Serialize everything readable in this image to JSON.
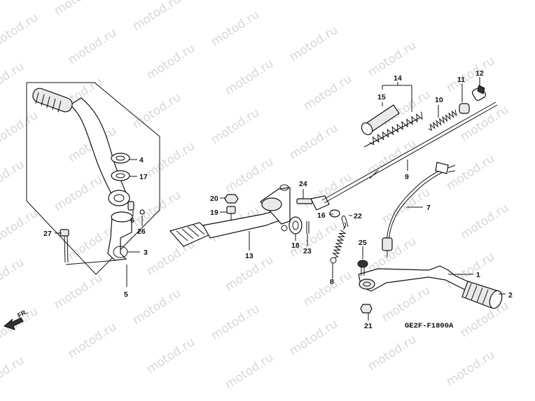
{
  "watermark": "motod.ru",
  "diagram_code": "GE2F-F1800A",
  "direction_label": "FR.",
  "callouts": [
    {
      "id": "c1",
      "label": "1"
    },
    {
      "id": "c2",
      "label": "2"
    },
    {
      "id": "c3",
      "label": "3"
    },
    {
      "id": "c4",
      "label": "4"
    },
    {
      "id": "c5",
      "label": "5"
    },
    {
      "id": "c6",
      "label": "6"
    },
    {
      "id": "c7",
      "label": "7"
    },
    {
      "id": "c8",
      "label": "8"
    },
    {
      "id": "c9",
      "label": "9"
    },
    {
      "id": "c10",
      "label": "10"
    },
    {
      "id": "c11",
      "label": "11"
    },
    {
      "id": "c12",
      "label": "12"
    },
    {
      "id": "c13",
      "label": "13"
    },
    {
      "id": "c14",
      "label": "14"
    },
    {
      "id": "c15",
      "label": "15"
    },
    {
      "id": "c16",
      "label": "16"
    },
    {
      "id": "c17",
      "label": "17"
    },
    {
      "id": "c18",
      "label": "18"
    },
    {
      "id": "c19",
      "label": "19"
    },
    {
      "id": "c20",
      "label": "20"
    },
    {
      "id": "c21",
      "label": "21"
    },
    {
      "id": "c22",
      "label": "22"
    },
    {
      "id": "c23",
      "label": "23"
    },
    {
      "id": "c24",
      "label": "24"
    },
    {
      "id": "c25",
      "label": "25"
    },
    {
      "id": "c26",
      "label": "26"
    },
    {
      "id": "c27",
      "label": "27"
    }
  ]
}
